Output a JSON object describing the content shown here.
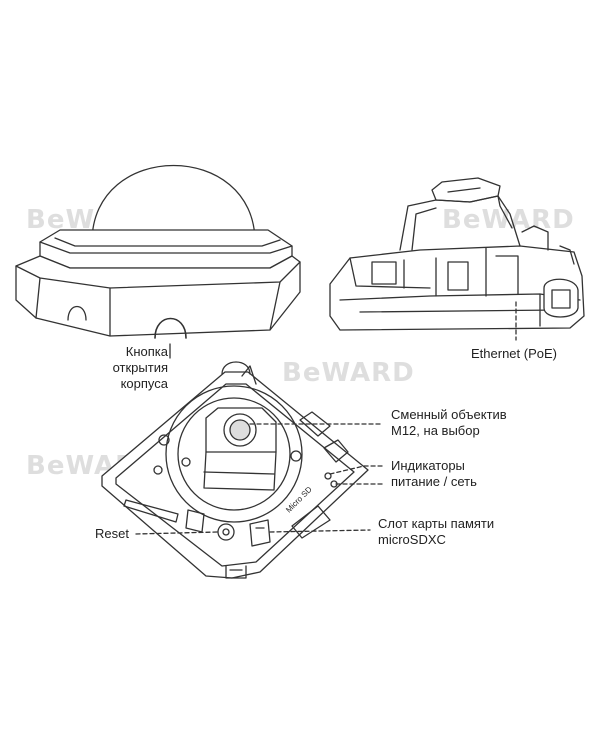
{
  "watermarks": [
    "BeWARD",
    "BeWARD",
    "BeWARD",
    "BeWARD"
  ],
  "colors": {
    "line": "#333333",
    "text": "#222222",
    "watermark": "#d9d9d9",
    "background": "#ffffff"
  },
  "callouts": {
    "case_button": [
      "Кнопка",
      "открытия",
      "корпуса"
    ],
    "ethernet": "Ethernet (PoE)",
    "lens": [
      "Сменный объектив",
      "M12, на выбор"
    ],
    "indicators": [
      "Индикаторы",
      "питание / сеть"
    ],
    "reset": "Reset",
    "sd_slot": [
      "Слот карты памяти",
      "microSDXC"
    ]
  },
  "board_marks": {
    "micro_sd": "Micro SD"
  }
}
